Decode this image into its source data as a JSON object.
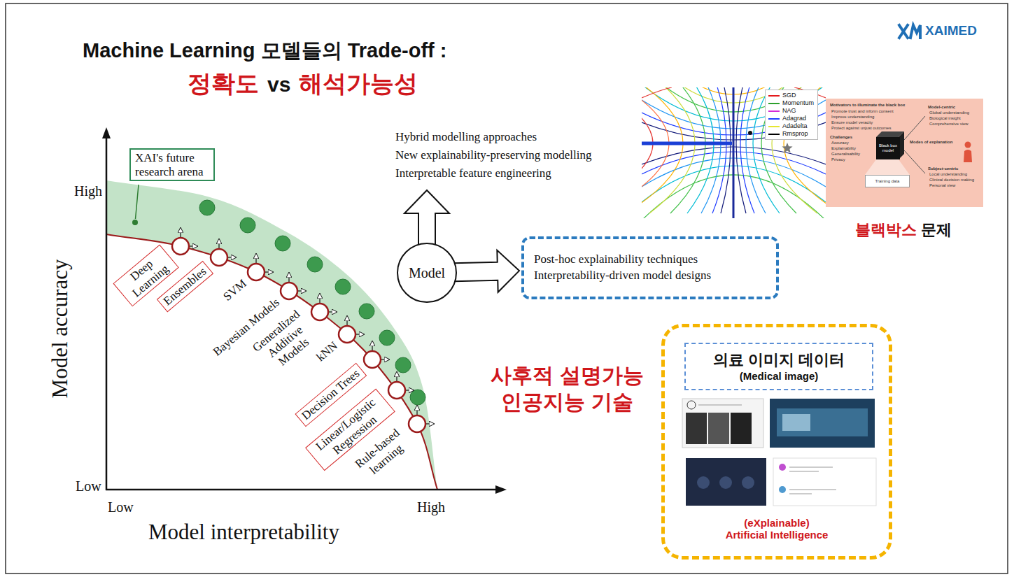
{
  "diagram": {
    "title": "Machine Learning 모델들의 Trade-off :",
    "nodes": [
      {
        "text": [
          "XAI's future research arena"
        ]
      },
      {
        "text": [
          "Deep Learning"
        ]
      },
      {
        "text": [
          "Ensembles"
        ]
      },
      {
        "text": [
          "Decision Trees"
        ]
      },
      {
        "text": [
          "Linear/Logistic Regression"
        ]
      },
      {
        "text": [
          "Model"
        ]
      },
      {
        "text": [
          "Post-hoc explainability techniques",
          "Interpretability-driven model designs"
        ]
      },
      {
        "text": [
          "Black box model"
        ]
      },
      {
        "text": [
          "Training data"
        ]
      },
      {
        "text": [
          "(eXplainable)",
          "Artificial Intelligence"
        ]
      },
      {
        "text": [
          "의료 이미지 데이터",
          "(Medical image)"
        ],
        "in": 9
      }
    ],
    "edges": [
      {
        "from": 5,
        "to": 6,
        "arrow": "to"
      }
    ],
    "labels": [
      "XAIMED",
      "정확도",
      "vs",
      "해석가능성",
      "High",
      "Low",
      "Low",
      "High",
      "Model accuracy",
      "Model interpretability",
      "SVM",
      "Bayesian Models",
      "Generalized Additive Models",
      "kNN",
      "Rule-based learning",
      "Hybrid modelling approaches",
      "New explainability-preserving modelling",
      "Interpretable feature engineering",
      "Motivators to illuminate the black box",
      "Promote trust and inform consent",
      "Improve understanding",
      "Ensure model veracity",
      "Protect against unjust outcomes",
      "Challenges",
      "Accuracy",
      "Explainability",
      "Generalisability",
      "Privacy",
      "Model-centric",
      "Global understanding",
      "Biological insight",
      "Comprehensive view",
      "Modes of explanation",
      "Subject-centric",
      "Local understanding",
      "Clinical decision making",
      "Personal view",
      "블랙박스",
      "문제",
      "사후적 설명가능 인공지능 기술"
    ],
    "legend": [
      {
        "text": "SGD",
        "color": "#e41a1c"
      },
      {
        "text": "Momentum",
        "color": "#2ca02c"
      },
      {
        "text": "NAG",
        "color": "#d62bd6"
      },
      {
        "text": "Adagrad",
        "color": "#1f3fff"
      },
      {
        "text": "Adadelta",
        "color": "#e6e632"
      },
      {
        "text": "Rmsprop",
        "color": "#000000"
      }
    ]
  }
}
